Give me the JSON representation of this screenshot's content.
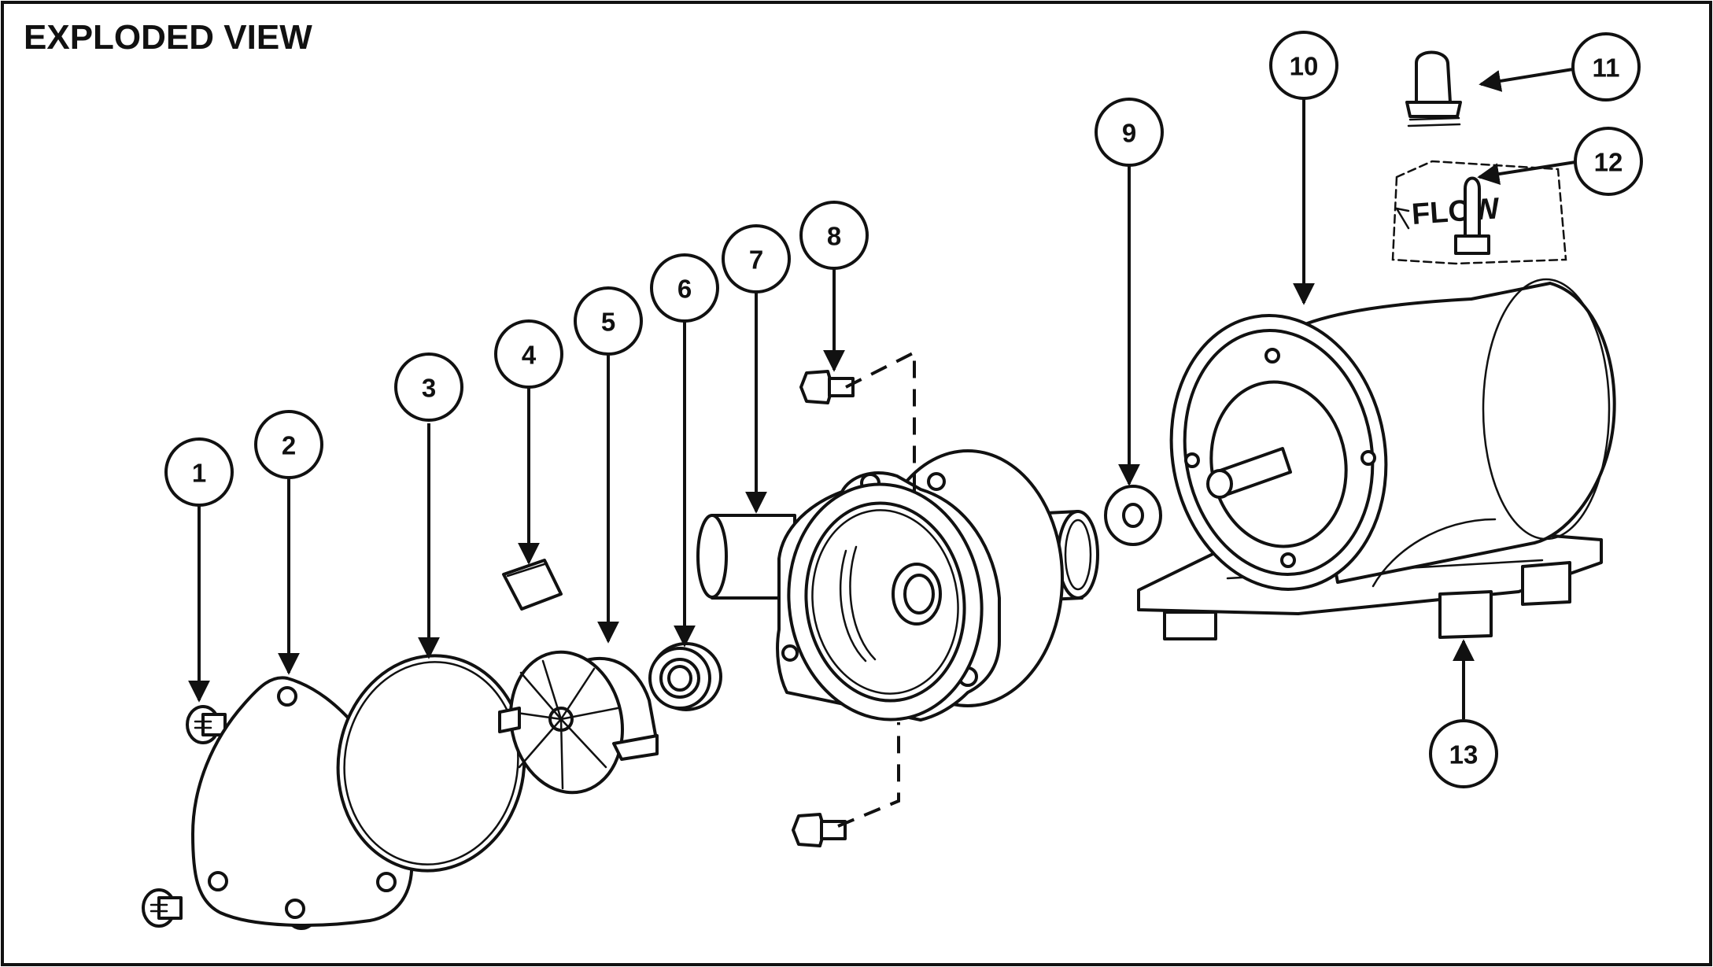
{
  "title": "EXPLODED VIEW",
  "flow_label": "FLOW",
  "callouts": [
    {
      "id": "1"
    },
    {
      "id": "2"
    },
    {
      "id": "3"
    },
    {
      "id": "4"
    },
    {
      "id": "5"
    },
    {
      "id": "6"
    },
    {
      "id": "7"
    },
    {
      "id": "8"
    },
    {
      "id": "9"
    },
    {
      "id": "10"
    },
    {
      "id": "11"
    },
    {
      "id": "12"
    },
    {
      "id": "13"
    }
  ],
  "colors": {
    "ink": "#111111",
    "paper": "#ffffff"
  }
}
